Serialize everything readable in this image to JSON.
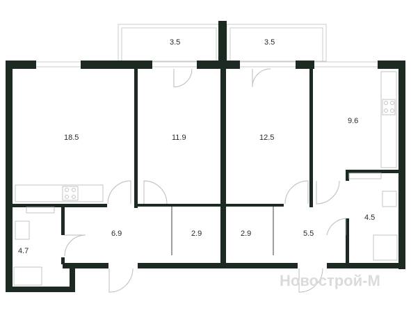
{
  "rooms": [
    {
      "id": "balcony-left",
      "area": "3.5"
    },
    {
      "id": "balcony-right",
      "area": "3.5"
    },
    {
      "id": "room-large",
      "area": "18.5"
    },
    {
      "id": "room-middle-left",
      "area": "11.9"
    },
    {
      "id": "room-middle-right",
      "area": "12.5"
    },
    {
      "id": "room-right",
      "area": "9.6"
    },
    {
      "id": "hall",
      "area": "6.9"
    },
    {
      "id": "closet-left",
      "area": "2.9"
    },
    {
      "id": "closet-right",
      "area": "2.9"
    },
    {
      "id": "corridor-right",
      "area": "5.5"
    },
    {
      "id": "bath-left",
      "area": "4.7"
    },
    {
      "id": "bath-right",
      "area": "4.5"
    }
  ],
  "watermark": "Новострой-М",
  "colors": {
    "wall": "#1c2a22",
    "fixture": "#c2c5c4",
    "background": "#ffffff"
  }
}
